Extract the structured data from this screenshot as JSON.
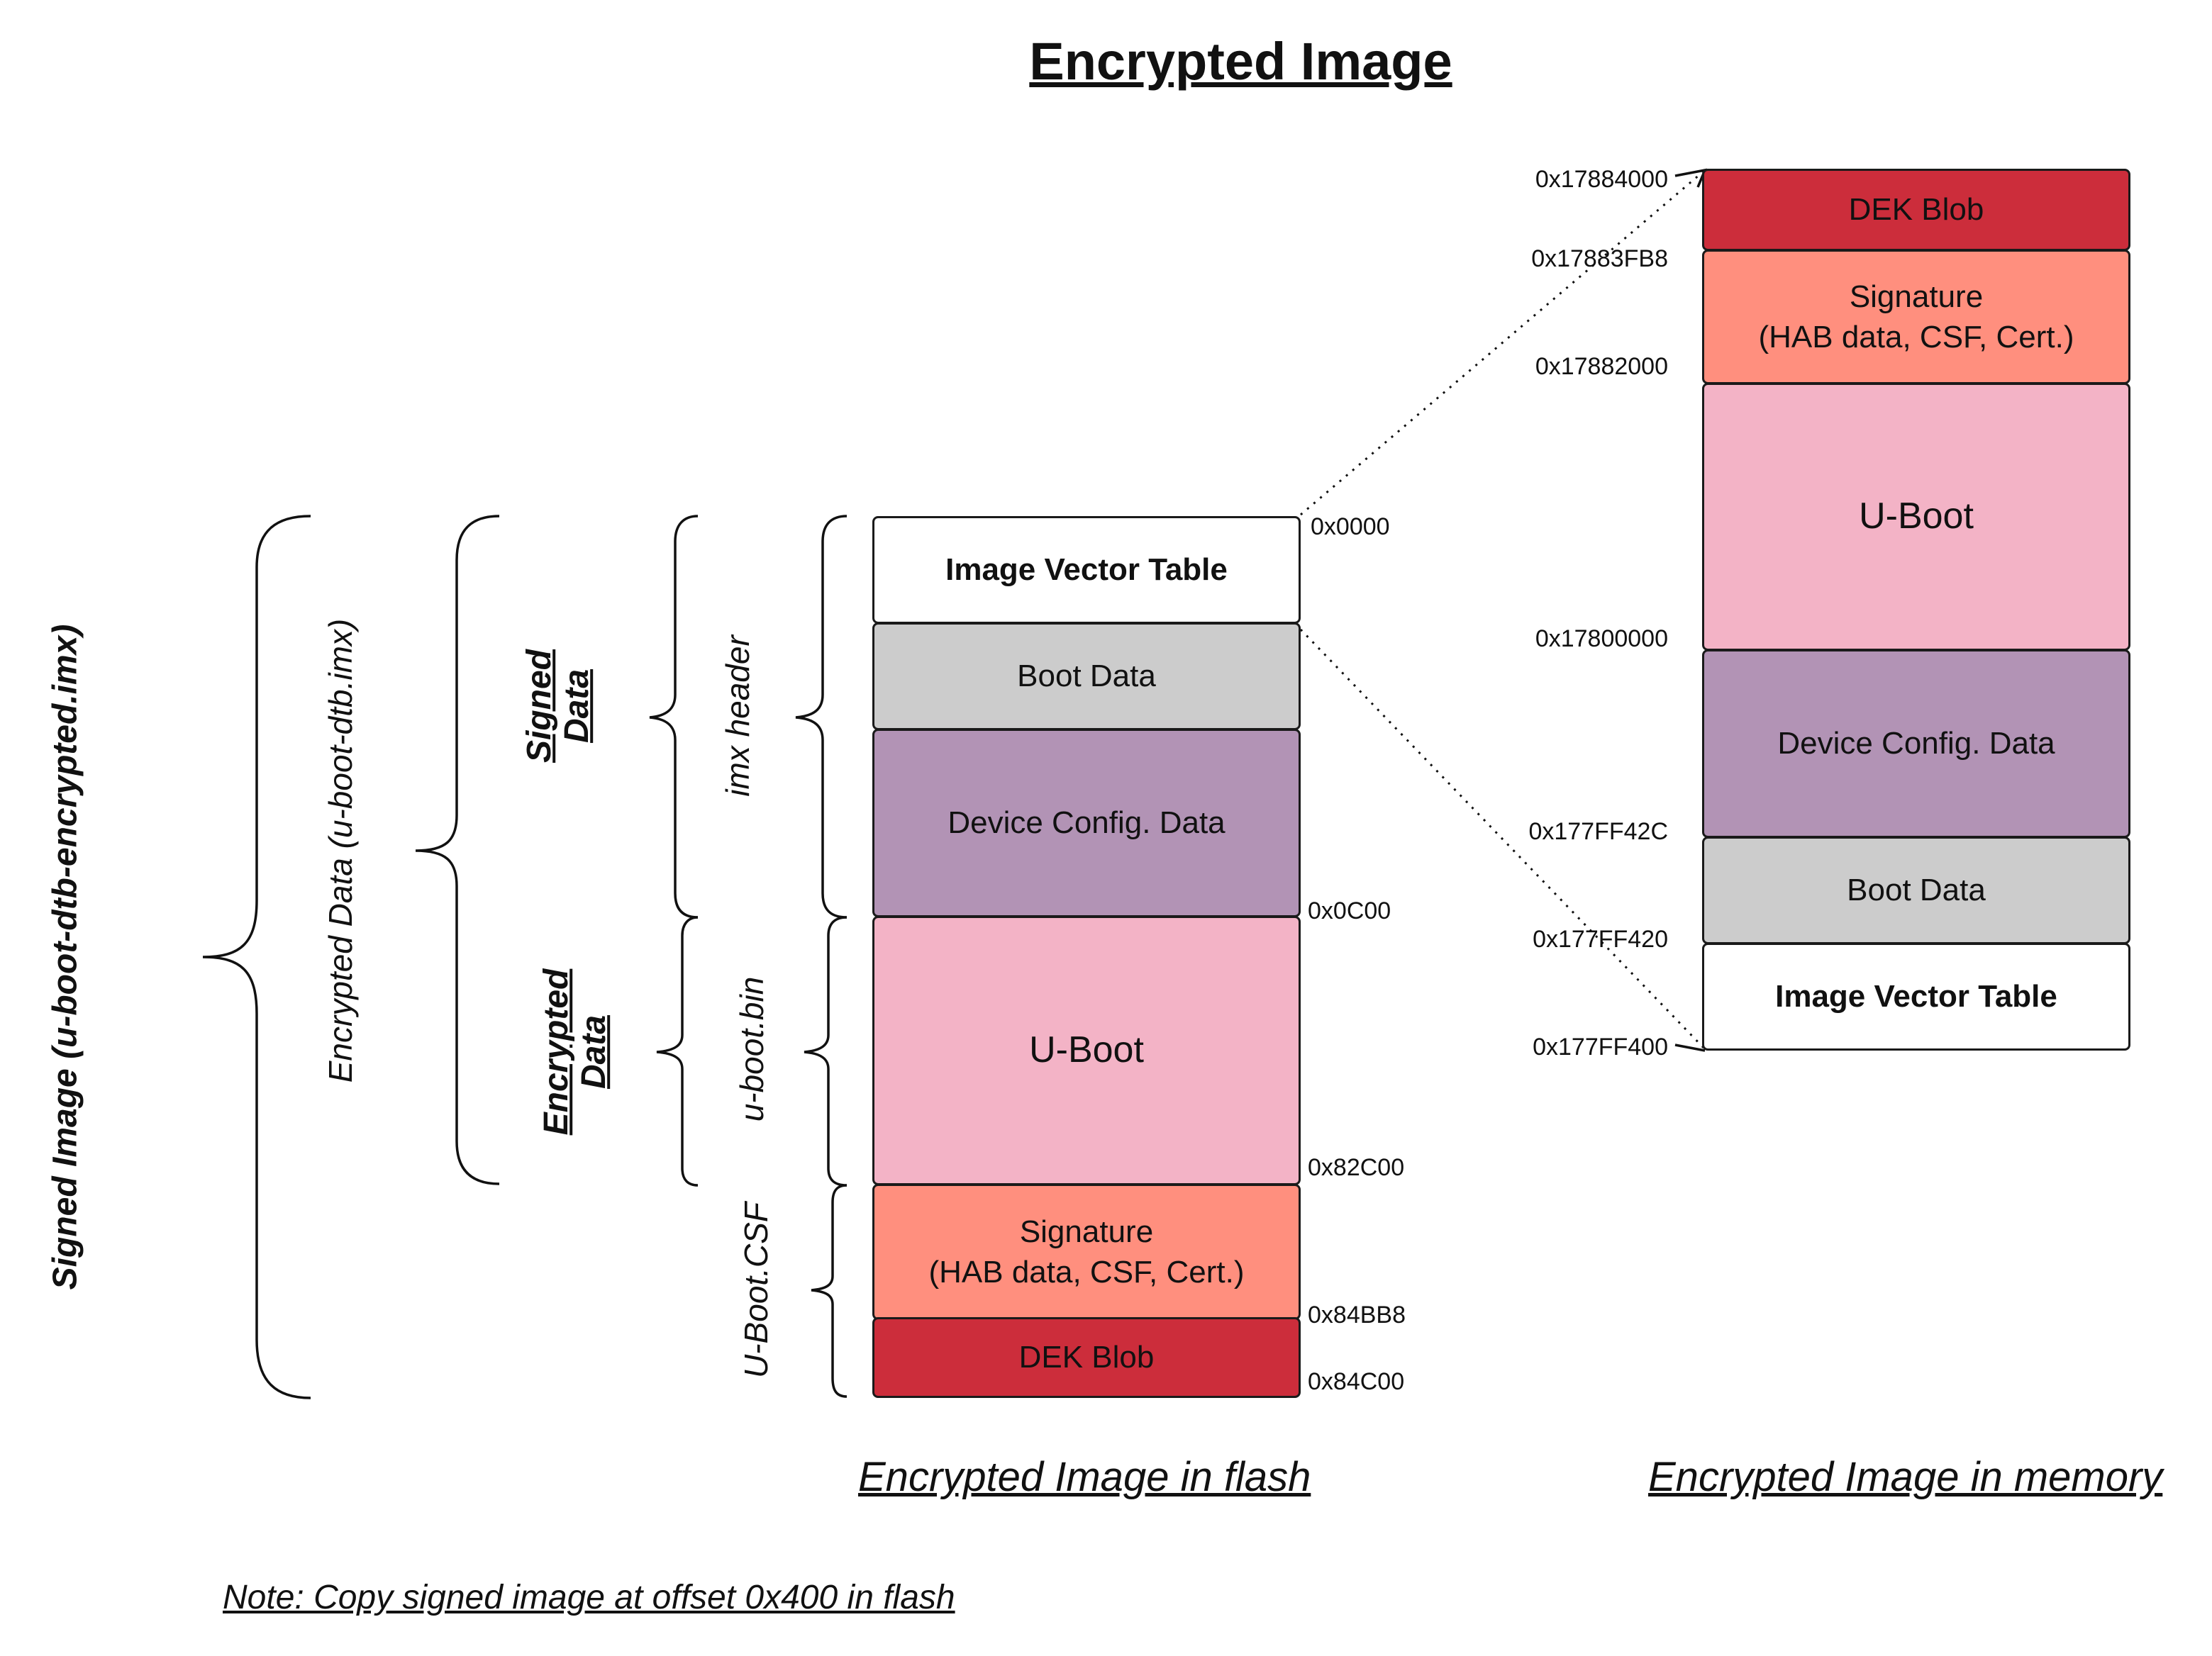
{
  "title": "Encrypted Image",
  "flash": {
    "caption": "Encrypted Image in flash",
    "blocks": [
      {
        "label": "Image Vector Table",
        "color": "#ffffff"
      },
      {
        "label": "Boot Data",
        "color": "#cccccc"
      },
      {
        "label": "Device Config. Data",
        "color": "#b293b5"
      },
      {
        "label": "U-Boot",
        "color": "#f3b3c6"
      },
      {
        "label": "Signature\n(HAB data, CSF, Cert.)",
        "color": "#ff8f7e"
      },
      {
        "label": "DEK Blob",
        "color": "#cc2d3b"
      }
    ],
    "addresses": [
      "0x0000",
      "0x0C00",
      "0x82C00",
      "0x84BB8",
      "0x84C00"
    ]
  },
  "memory": {
    "caption": "Encrypted Image in memory",
    "blocks": [
      {
        "label": "DEK Blob",
        "color": "#cc2d3b"
      },
      {
        "label": "Signature\n(HAB data, CSF, Cert.)",
        "color": "#ff8f7e"
      },
      {
        "label": "U-Boot",
        "color": "#f3b3c6"
      },
      {
        "label": "Device Config. Data",
        "color": "#b293b5"
      },
      {
        "label": "Boot Data",
        "color": "#cccccc"
      },
      {
        "label": "Image Vector Table",
        "color": "#ffffff"
      }
    ],
    "addresses": [
      "0x17884000",
      "0x17883FB8",
      "0x17882000",
      "0x17800000",
      "0x177FF42C",
      "0x177FF420",
      "0x177FF400"
    ]
  },
  "brace_labels": {
    "signed_image": "Signed Image (u-boot-dtb-encrypted.imx)",
    "encrypted_data_file": "Encrypted Data (u-boot-dtb.imx)",
    "signed_data": "Signed\nData",
    "encrypted_data": "Encrypted\nData",
    "imx_header": "imx header",
    "u_boot_bin": "u-boot.bin",
    "u_boot_csf": "U-Boot.CSF"
  },
  "note": "Note: Copy signed image at offset 0x400 in flash"
}
